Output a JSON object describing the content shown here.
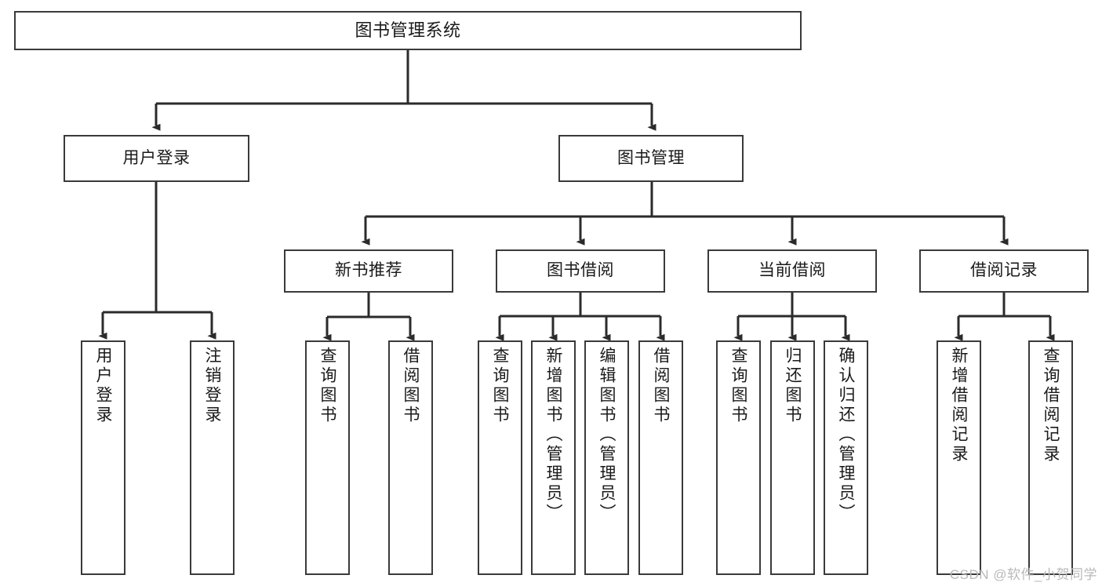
{
  "diagram": {
    "title": "图书管理系统",
    "type": "tree-hierarchy",
    "watermark": "CSDN @软件_小贺同学",
    "colors": {
      "background": "#ffffff",
      "box_border": "#3a3a3a",
      "text": "#1a1a1a",
      "edge": "#2b2b2b",
      "watermark": "#b9b9b9"
    },
    "levels": {
      "level1": [
        "图书管理系统"
      ],
      "level2": [
        "用户登录",
        "图书管理"
      ],
      "level3": [
        "新书推荐",
        "图书借阅",
        "当前借阅",
        "借阅记录"
      ],
      "level4": [
        "用户登录",
        "注销登录",
        "查询图书",
        "借阅图书",
        "查询图书",
        "新增图书（管理员）",
        "编辑图书（管理员）",
        "借阅图书",
        "查询图书",
        "归还图书",
        "确认归还（管理员）",
        "新增借阅记录",
        "查询借阅记录"
      ]
    },
    "nodes": {
      "root": {
        "label": "图书管理系统"
      },
      "user_login": {
        "label": "用户登录"
      },
      "book_manage": {
        "label": "图书管理"
      },
      "new_book_rec": {
        "label": "新书推荐"
      },
      "book_borrow": {
        "label": "图书借阅"
      },
      "current_borrow": {
        "label": "当前借阅"
      },
      "borrow_record": {
        "label": "借阅记录"
      },
      "leaf_user_login": {
        "label": "用户登录"
      },
      "leaf_logout": {
        "label": "注销登录"
      },
      "leaf_query_book_a": {
        "label": "查询图书"
      },
      "leaf_borrow_book_a": {
        "label": "借阅图书"
      },
      "leaf_query_book_b": {
        "label": "查询图书"
      },
      "leaf_add_book": {
        "label": "新增图书（管理员）"
      },
      "leaf_edit_book": {
        "label": "编辑图书（管理员）"
      },
      "leaf_borrow_book_b": {
        "label": "借阅图书"
      },
      "leaf_query_book_c": {
        "label": "查询图书"
      },
      "leaf_return_book": {
        "label": "归还图书"
      },
      "leaf_confirm_return": {
        "label": "确认归还（管理员）"
      },
      "leaf_add_record": {
        "label": "新增借阅记录"
      },
      "leaf_query_record": {
        "label": "查询借阅记录"
      }
    },
    "edges": [
      {
        "from": "图书管理系统",
        "to": "用户登录"
      },
      {
        "from": "图书管理系统",
        "to": "图书管理"
      },
      {
        "from": "用户登录",
        "to": "用户登录"
      },
      {
        "from": "用户登录",
        "to": "注销登录"
      },
      {
        "from": "图书管理",
        "to": "新书推荐"
      },
      {
        "from": "图书管理",
        "to": "图书借阅"
      },
      {
        "from": "图书管理",
        "to": "当前借阅"
      },
      {
        "from": "图书管理",
        "to": "借阅记录"
      },
      {
        "from": "新书推荐",
        "to": "查询图书"
      },
      {
        "from": "新书推荐",
        "to": "借阅图书"
      },
      {
        "from": "图书借阅",
        "to": "查询图书"
      },
      {
        "from": "图书借阅",
        "to": "新增图书（管理员）"
      },
      {
        "from": "图书借阅",
        "to": "编辑图书（管理员）"
      },
      {
        "from": "图书借阅",
        "to": "借阅图书"
      },
      {
        "from": "当前借阅",
        "to": "查询图书"
      },
      {
        "from": "当前借阅",
        "to": "归还图书"
      },
      {
        "from": "当前借阅",
        "to": "确认归还（管理员）"
      },
      {
        "from": "借阅记录",
        "to": "新增借阅记录"
      },
      {
        "from": "借阅记录",
        "to": "查询借阅记录"
      }
    ]
  }
}
